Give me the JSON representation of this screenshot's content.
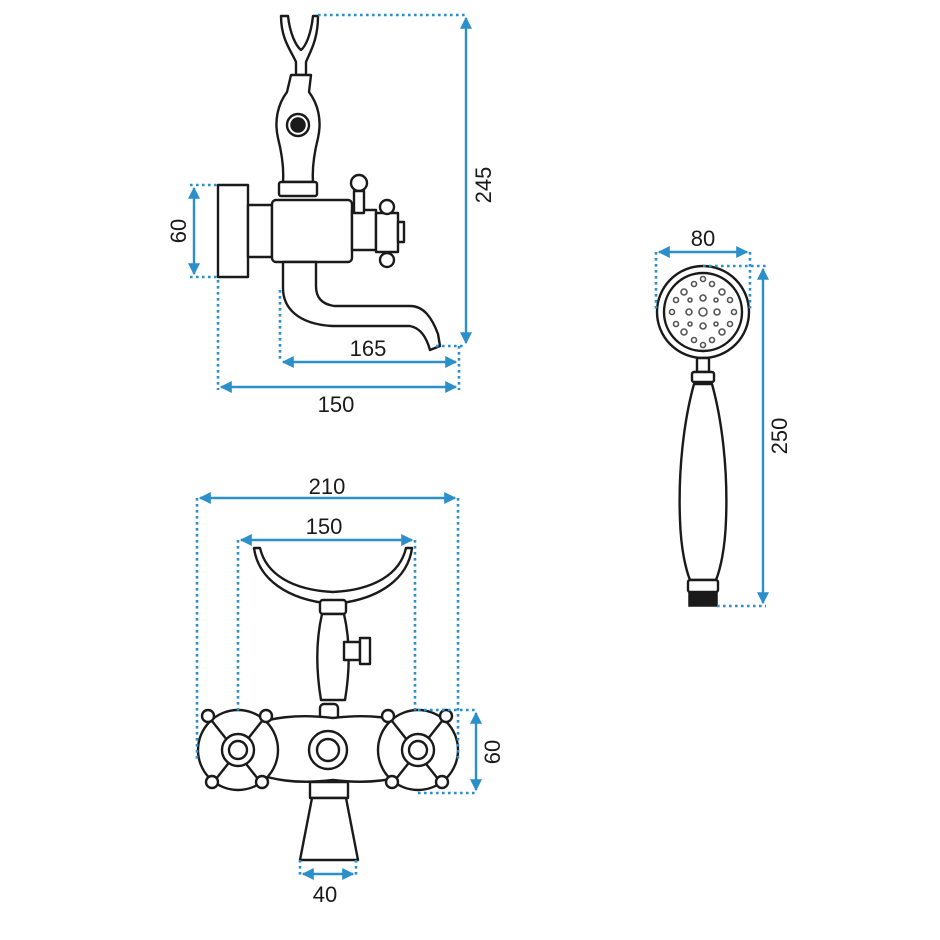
{
  "colors": {
    "dimension_line": "#2b8fc9",
    "outline": "#1a1a1a",
    "background": "#ffffff"
  },
  "dimensions": {
    "side_view": {
      "height": "245",
      "wall_depth": "60",
      "spout_reach": "165",
      "body_depth": "150"
    },
    "front_view": {
      "total_width": "210",
      "holder_width": "150",
      "body_height": "60",
      "outlet_width": "40"
    },
    "hand_shower": {
      "head_diameter": "80",
      "length": "250"
    }
  }
}
